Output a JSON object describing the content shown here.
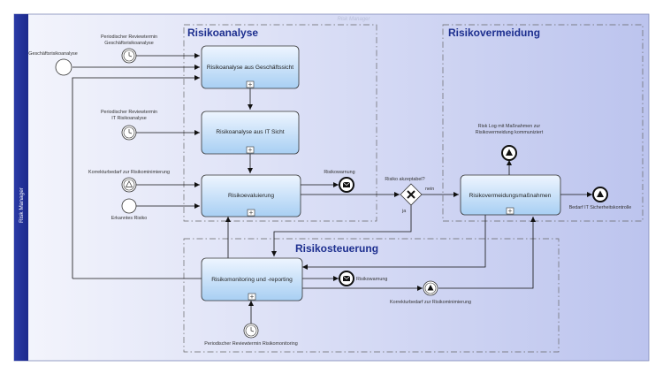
{
  "pool": {
    "title": "Risk Manager",
    "lane_label": "Risk Manager"
  },
  "groups": {
    "analysis": "Risikoanalyse",
    "avoidance": "Risikovermeidung",
    "control": "Risikosteuerung"
  },
  "tasks": {
    "t1": "Risikoanalyse aus Geschäftssicht",
    "t2": "Risikoanalyse aus IT Sicht",
    "t3": "Risikoevaluierung",
    "t4": "Risikovermeidungsmaßnahmen",
    "t5": "Risikomonitoring und -reporting"
  },
  "events": {
    "start_business": "Geschäftsrisikoanalyse",
    "timer1": [
      "Periodischer Reviewtermin",
      "Geschäftsrisikoanalyse"
    ],
    "timer2": [
      "Periodischer Reviewtermin",
      "IT Risikoanalyse"
    ],
    "signal_correction": "Korrekturbedarf zur Risikominimierung",
    "start_recognized": "Erkanntes Risiko",
    "msg_warning_top": "Risikowarnung",
    "msg_warning_bottom": "Risikowarnung",
    "signal_riskLog": [
      "Risk Log mit Maßnahmen zur",
      "Risikovermeidung kommuniziert"
    ],
    "signal_itSecurity": "Bedarf IT Sicherheitskontrolle",
    "signal_correction_out": "Korrekturbedarf zur Risikominimierung",
    "timer_monitoring": "Periodischer Reviewtermin Risikomonitoring"
  },
  "gateway": {
    "question": "Risiko akzeptabel?",
    "no": "nein",
    "yes": "ja"
  },
  "colors": {
    "lane_bar": "#1c2a8c",
    "group_title": "#1d2f8f",
    "task_top": "#eef5ff",
    "task_bottom": "#a8cff3",
    "pool_light": "#f4f5fc",
    "pool_dark": "#bcc4ee"
  }
}
